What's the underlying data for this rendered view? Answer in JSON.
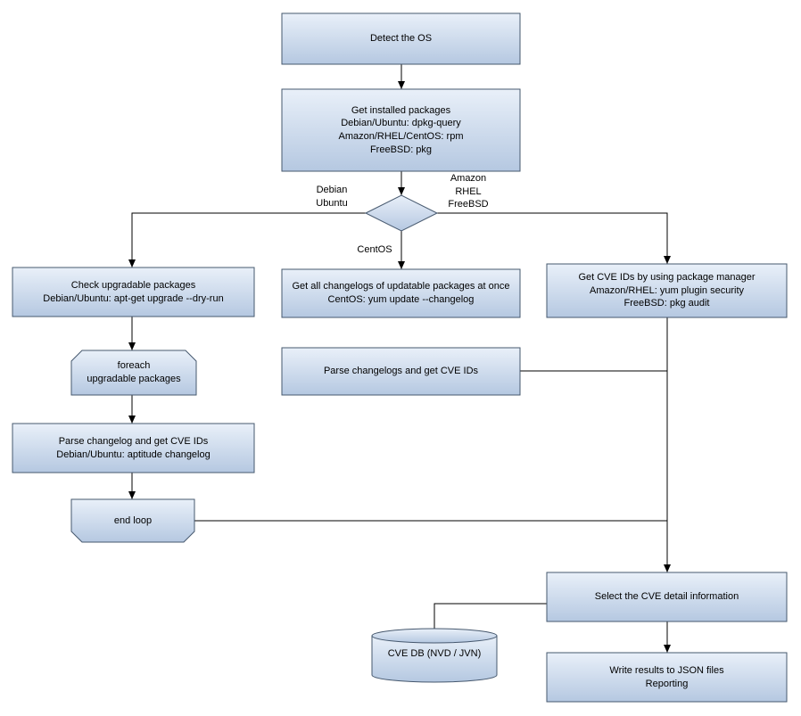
{
  "diagram": {
    "colors": {
      "node_fill_top": "#e9f0f9",
      "node_fill_bottom": "#b5c8e1",
      "node_border": "#46586e",
      "connector": "#000000"
    },
    "nodes": {
      "detect_os": "Detect the OS",
      "get_installed_packages": "Get installed packages\nDebian/Ubuntu: dpkg-query\nAmazon/RHEL/CentOS: rpm\nFreeBSD: pkg",
      "check_upgradable": "Check upgradable packages\nDebian/Ubuntu: apt-get upgrade --dry-run",
      "foreach_loop": "foreach\nupgradable packages",
      "parse_changelog_left": "Parse changelog and get  CVE IDs\nDebian/Ubuntu: aptitude changelog",
      "end_loop": "end loop",
      "get_all_changelogs": "Get all changelogs of updatable packages at once\nCentOS: yum update --changelog",
      "parse_changelogs_mid": "Parse changelogs and get CVE IDs",
      "get_cve_ids_pkg_mgr": "Get CVE IDs by using package manager\nAmazon/RHEL: yum plugin security\nFreeBSD: pkg audit",
      "select_cve_detail": "Select the CVE detail information",
      "cve_db": "CVE DB (NVD / JVN)",
      "write_results": "Write results to JSON files\nReporting"
    },
    "edge_labels": {
      "debian_ubuntu": "Debian\nUbuntu",
      "amazon_rhel_freebsd": "Amazon\nRHEL\nFreeBSD",
      "centos": "CentOS"
    }
  }
}
